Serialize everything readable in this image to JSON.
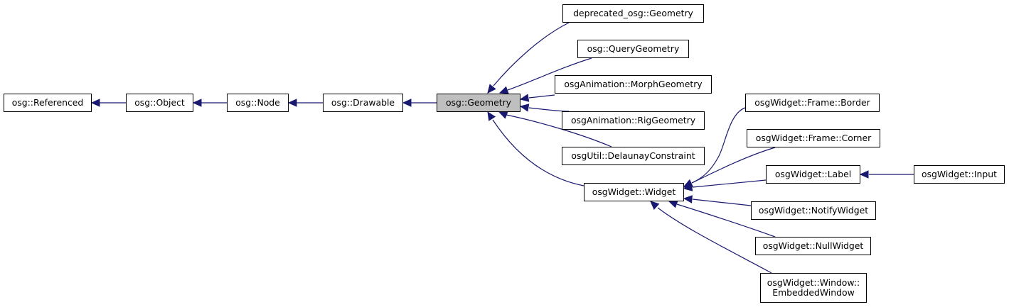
{
  "diagram": {
    "current_class": "osg::Geometry",
    "edge_color": "#191970",
    "nodes": {
      "referenced": "osg::Referenced",
      "object": "osg::Object",
      "node": "osg::Node",
      "drawable": "osg::Drawable",
      "geometry": "osg::Geometry",
      "deprecated_geometry": "deprecated_osg::Geometry",
      "query_geometry": "osg::QueryGeometry",
      "morph_geometry": "osgAnimation::MorphGeometry",
      "rig_geometry": "osgAnimation::RigGeometry",
      "delaunay_constraint": "osgUtil::DelaunayConstraint",
      "widget": "osgWidget::Widget",
      "frame_border": "osgWidget::Frame::Border",
      "frame_corner": "osgWidget::Frame::Corner",
      "label": "osgWidget::Label",
      "input": "osgWidget::Input",
      "notify_widget": "osgWidget::NotifyWidget",
      "null_widget": "osgWidget::NullWidget",
      "embedded_window": "osgWidget::Window::\nEmbeddedWindow"
    },
    "inheritance": [
      [
        "object",
        "referenced"
      ],
      [
        "node",
        "object"
      ],
      [
        "drawable",
        "node"
      ],
      [
        "geometry",
        "drawable"
      ],
      [
        "deprecated_geometry",
        "geometry"
      ],
      [
        "query_geometry",
        "geometry"
      ],
      [
        "morph_geometry",
        "geometry"
      ],
      [
        "rig_geometry",
        "geometry"
      ],
      [
        "delaunay_constraint",
        "geometry"
      ],
      [
        "widget",
        "geometry"
      ],
      [
        "frame_border",
        "widget"
      ],
      [
        "frame_corner",
        "widget"
      ],
      [
        "label",
        "widget"
      ],
      [
        "notify_widget",
        "widget"
      ],
      [
        "null_widget",
        "widget"
      ],
      [
        "embedded_window",
        "widget"
      ],
      [
        "input",
        "label"
      ]
    ]
  }
}
